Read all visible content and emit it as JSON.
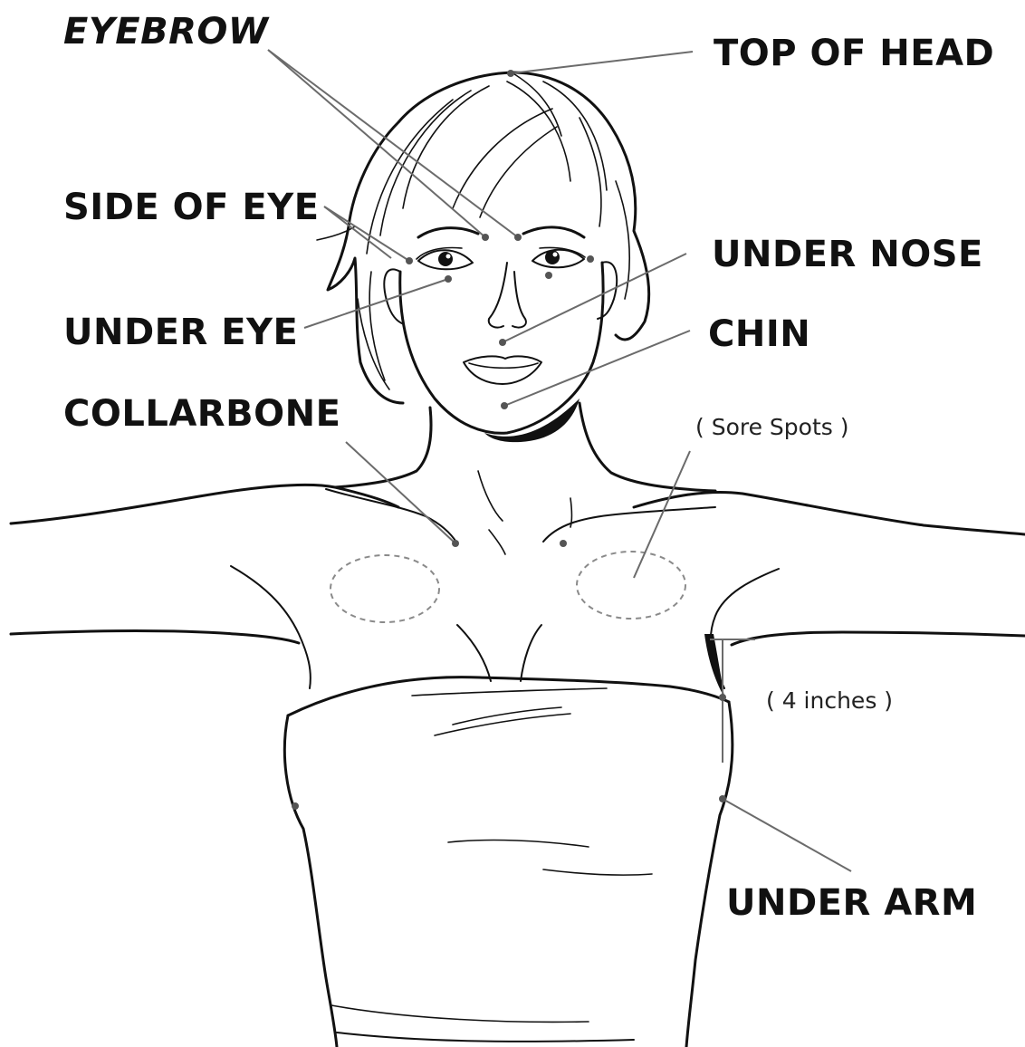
{
  "labels": {
    "eyebrow": "EYEBROW",
    "top_of_head": "TOP OF HEAD",
    "side_of_eye": "SIDE OF EYE",
    "under_nose": "UNDER NOSE",
    "under_eye": "UNDER EYE",
    "chin": "CHIN",
    "collarbone": "COLLARBONE",
    "under_arm": "UNDER ARM"
  },
  "notes": {
    "sore_spots": "( Sore Spots )",
    "four_inches": "( 4 inches )"
  },
  "colors": {
    "ink": "#111111",
    "leader": "#6b6b6b",
    "point": "#555555",
    "dashed": "#8a8a8a"
  }
}
